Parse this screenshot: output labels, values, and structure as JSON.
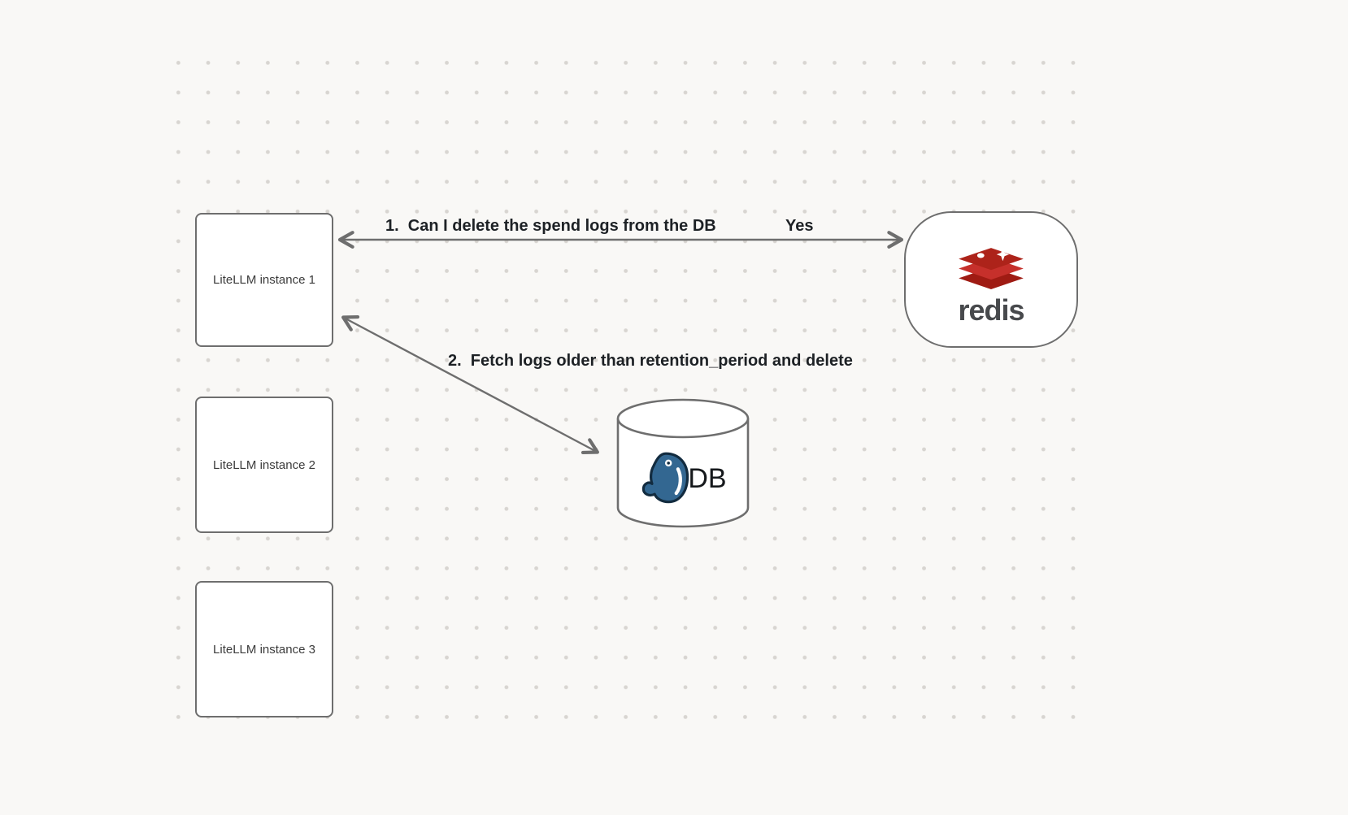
{
  "diagram": {
    "nodes": {
      "instance1": {
        "label": "LiteLLM instance 1"
      },
      "instance2": {
        "label": "LiteLLM instance 2"
      },
      "instance3": {
        "label": "LiteLLM instance 3"
      },
      "redis": {
        "wordmark": "redis"
      },
      "db": {
        "label": "DB"
      }
    },
    "edges": {
      "redis_question": {
        "label": "1.  Can I delete the spend logs from the DB",
        "response": "Yes"
      },
      "db_action": {
        "label": "2.  Fetch logs older than retention_period and delete"
      }
    },
    "colors": {
      "background": "#f9f8f6",
      "dot": "#d8d5d1",
      "node_border": "#6e6e6e",
      "node_fill": "#ffffff",
      "arrow": "#6e6e6e",
      "label_text": "#1d2125",
      "redis_red": "#c6302b",
      "redis_dark_red": "#a41e11",
      "redis_wordmark": "#47494c",
      "postgres_blue": "#336791"
    }
  }
}
